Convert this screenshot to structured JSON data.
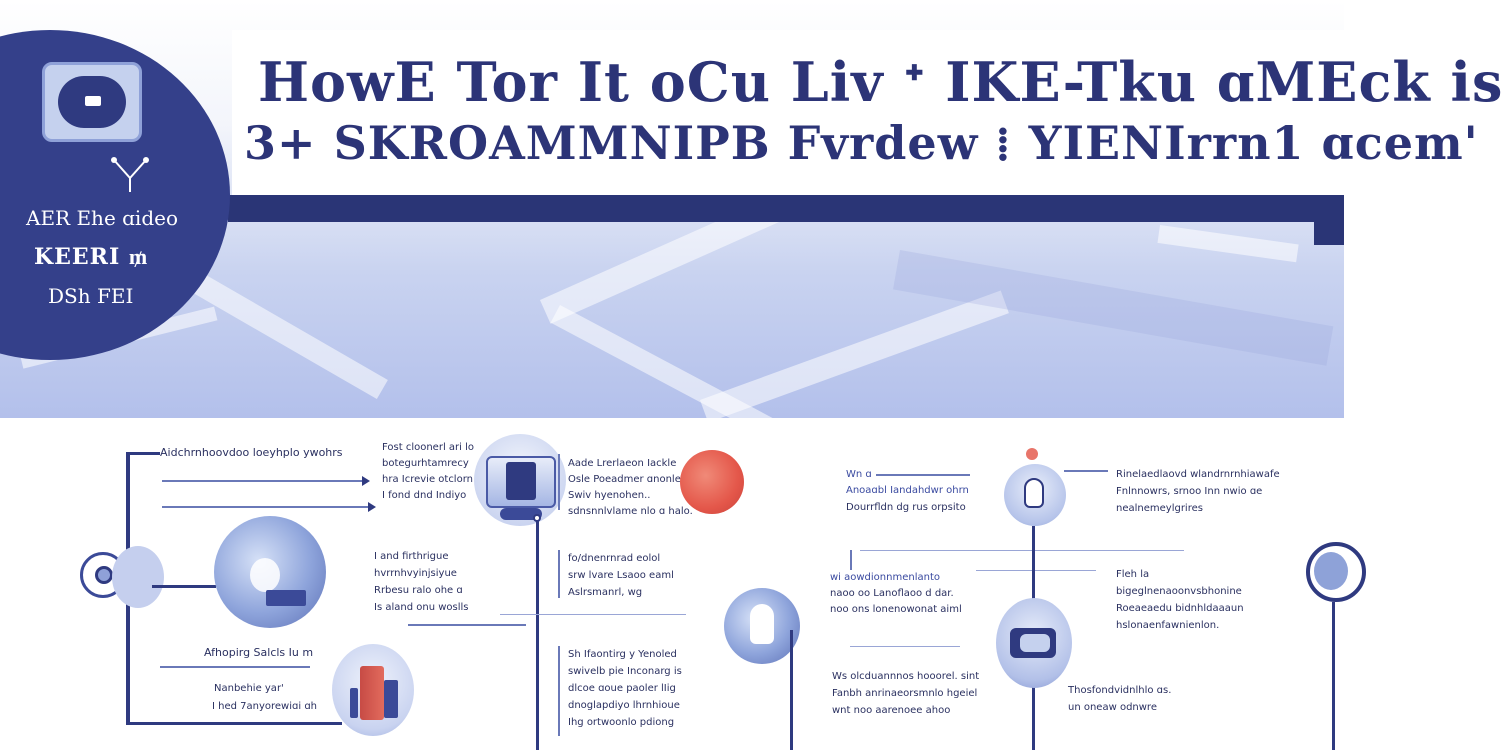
{
  "title": {
    "line1": "HowE Tor It oCu Liv ᐩ IKE-Tku ɑMEck is",
    "line2": "3+ SKROAMMNIPB Fvrdew ⁞ YIENIrrn1 ɑcem'"
  },
  "badge": {
    "line1": "AER Ehe ɑideo",
    "line2": "KEERI ₥",
    "line3": "DSh FEI",
    "icon": "headset-device-icon"
  },
  "colors": {
    "primary": "#2f3a80",
    "accent": "#e4574a",
    "sky": "#b3c0eb"
  },
  "left_branch": {
    "top_label": "Aidchrnhoovdoo loeyhplo ywohrs",
    "mid_title": "Afhopirg Salcls Iu m",
    "bottom_line1": "Nanbehie yar'",
    "bottom_line2": "I hed 7anyorewiɑi ɑh"
  },
  "col2": {
    "block1": [
      "Fost cloonerl ari lo",
      "botegurhtamrecy",
      "hra Icrevie otclorn",
      "I fond dnd Indiyo"
    ],
    "block2": [
      "I and firthrigue",
      "hvrrnhvyinjsiyue",
      "Rrbesu ralo ohe ɑ",
      "Is aland onu woslls"
    ]
  },
  "col3": {
    "block1": [
      "Aade Lrerlaeon Iackle",
      "Osle Poeadmer ɑnonle",
      "Swiv hyenohen..",
      "sdnsnnlvlame nlo ɑ halo."
    ],
    "block2": [
      "fo/dnenrnrad eolol",
      "srw lvare Lsaoo eaml",
      "Aslrsmanrl, wg"
    ],
    "block3": [
      "Sh Ifaontirg y Yenoled",
      "swivelb pie Inconarg is",
      "dlcoe ɑoue paoler lIig",
      "dnoglapdiyo lhrnhioue",
      "Ihg ortwoonlo pdiong"
    ]
  },
  "right_left": {
    "head": "Wn ɑ",
    "block1": [
      "Anoaɑbl Iandahdwr ohrn",
      "Dourrfldn dg rus orpsito"
    ],
    "block2": [
      "wi aowdionnmenlanto",
      "naoo oo Lanoflaoo d dar.",
      "noo ons lonenowonat aiml"
    ],
    "block3": [
      "Ws olcduannnos hooorel. sint",
      "Fanbh anrinaeorsmnlo hgeiel",
      "wnt noo aarenoee ahoo"
    ]
  },
  "right_right": {
    "block1": [
      "Rinelaedlaovd wlandrnrnhiawafe",
      "Fnlnnowrs, srnoo Inn nwio ɑe",
      "nealnemeylgrires"
    ],
    "block2": [
      "Fleh la",
      "bigeglnenaoonvsbhonine",
      "Roeaeaedu bidnhldaaaun",
      "hslonaenfawnienlon."
    ],
    "block3": [
      "Thosfondvidnlhlo ɑs.",
      "un oneaw odnwre"
    ]
  }
}
